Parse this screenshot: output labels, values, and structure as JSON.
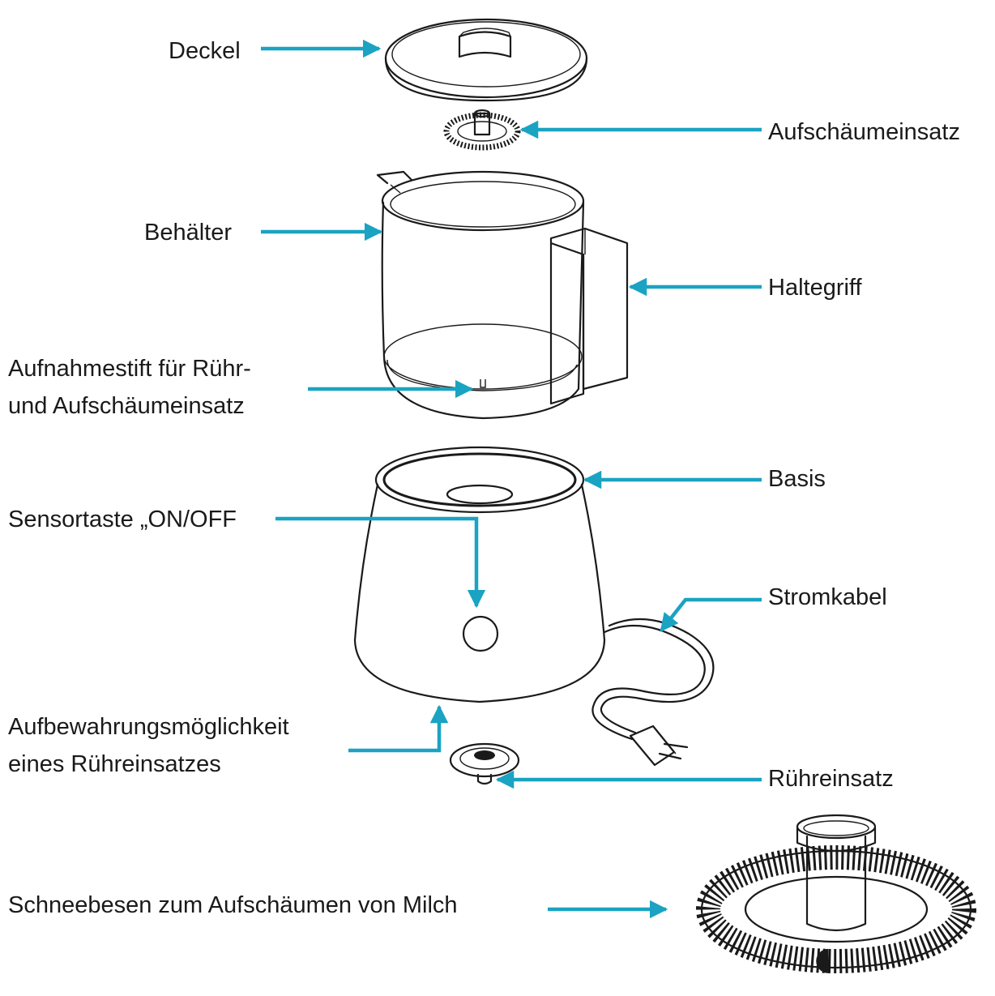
{
  "colors": {
    "accent": "#1aa3c2",
    "line": "#1a1a1a",
    "background": "#ffffff"
  },
  "labels": {
    "deckel": "Deckel",
    "aufschaeumeinsatz": "Aufschäumeinsatz",
    "behaelter": "Behälter",
    "haltegriff": "Haltegriff",
    "aufnahmestift_line1": "Aufnahmestift für Rühr-",
    "aufnahmestift_line2": "und Aufschäumeinsatz",
    "basis": "Basis",
    "sensortaste": "Sensortaste „ON/OFF",
    "stromkabel": "Stromkabel",
    "aufbewahrung_line1": "Aufbewahrungsmöglichkeit",
    "aufbewahrung_line2": "eines Rühreinsatzes",
    "ruehreinsatz": "Rühreinsatz",
    "schneebesen": "Schneebesen zum Aufschäumen von Milch"
  }
}
